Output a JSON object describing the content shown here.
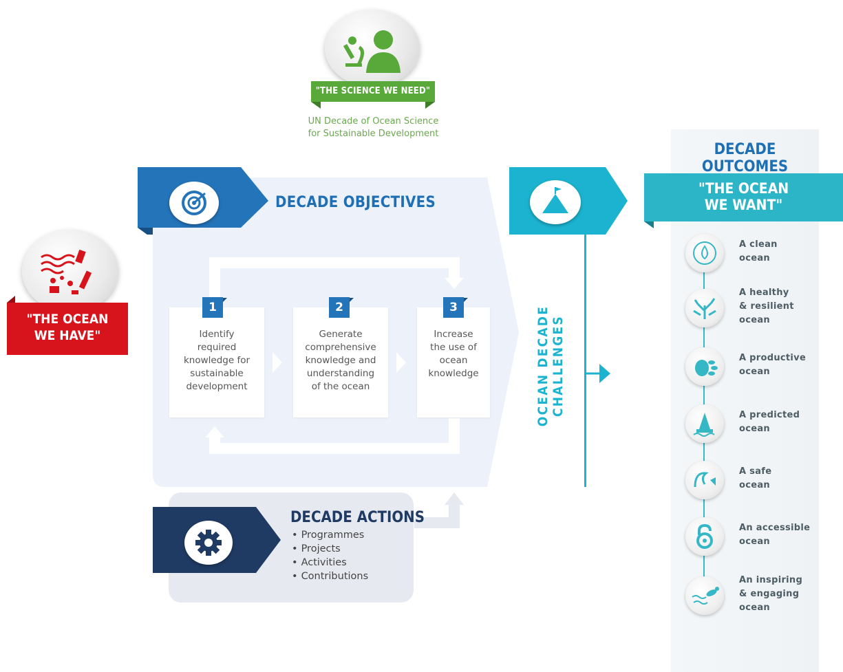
{
  "science": {
    "ribbon": "\"THE SCIENCE WE NEED\"",
    "caption_line1": "UN Decade of Ocean Science",
    "caption_line2": "for Sustainable Development",
    "icon": "scientist-microscope-icon"
  },
  "ocean_have": {
    "line1": "\"THE OCEAN",
    "line2": "WE HAVE\"",
    "icon": "polluted-ocean-icon"
  },
  "objectives": {
    "title": "DECADE OBJECTIVES",
    "icon": "target-icon",
    "items": [
      {
        "number": "1",
        "lines": [
          "Identify",
          "required",
          "knowledge for",
          "sustainable",
          "development"
        ]
      },
      {
        "number": "2",
        "lines": [
          "Generate",
          "comprehensive",
          "knowledge and",
          "understanding",
          "of the ocean"
        ]
      },
      {
        "number": "3",
        "lines": [
          "Increase",
          "the use of",
          "ocean",
          "knowledge"
        ]
      }
    ]
  },
  "actions": {
    "title": "DECADE ACTIONS",
    "icon": "gear-icon",
    "items": [
      "Programmes",
      "Projects",
      "Activities",
      "Contributions"
    ]
  },
  "challenges": {
    "label": "OCEAN DECADE CHALLENGES",
    "icon": "mountain-flag-icon"
  },
  "outcomes": {
    "title": "DECADE OUTCOMES",
    "want_line1": "\"THE OCEAN",
    "want_line2": "WE WANT\"",
    "items": [
      {
        "lines": [
          "A clean",
          "ocean"
        ],
        "icon": "water-drop-icon"
      },
      {
        "lines": [
          "A healthy",
          "& resilient",
          "ocean"
        ],
        "icon": "coral-icon"
      },
      {
        "lines": [
          "A productive",
          "ocean"
        ],
        "icon": "fish-icon"
      },
      {
        "lines": [
          "A predicted",
          "ocean"
        ],
        "icon": "buoy-icon"
      },
      {
        "lines": [
          "A safe",
          "ocean"
        ],
        "icon": "wave-warning-icon"
      },
      {
        "lines": [
          "An accessible",
          "ocean"
        ],
        "icon": "open-lock-icon"
      },
      {
        "lines": [
          "An inspiring",
          "& engaging",
          "ocean"
        ],
        "icon": "diver-icon"
      }
    ]
  },
  "colors": {
    "green": "#58a83a",
    "red": "#d7141c",
    "blue": "#2474ba",
    "navy": "#1f3b63",
    "teal": "#2cb5c6",
    "cyan": "#1bb3cf"
  }
}
